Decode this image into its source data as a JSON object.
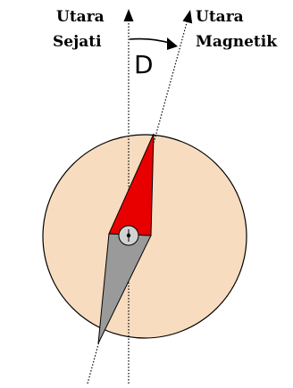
{
  "labels": {
    "true_north_line1": "Utara",
    "true_north_line2": "Sejati",
    "magnetic_north_line1": "Utara",
    "magnetic_north_line2": "Magnetik",
    "declination": "D"
  },
  "colors": {
    "compass_face": "#f8dcc0",
    "compass_edge": "#000000",
    "needle_north": "#e80000",
    "needle_south": "#9a9a9a",
    "pivot": "#d2d2d2",
    "lines": "#000000"
  }
}
